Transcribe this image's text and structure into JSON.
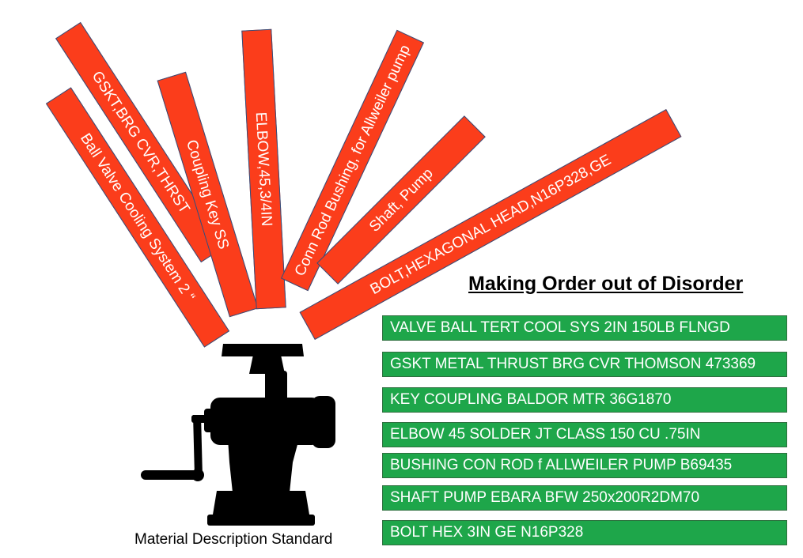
{
  "strips": [
    {
      "id": "ball-valve",
      "text": "Ball Valve Cooling System 2 “"
    },
    {
      "id": "gskt",
      "text": "GSKT,BRG CVR,THRST"
    },
    {
      "id": "coupling",
      "text": "Coupling Key SS"
    },
    {
      "id": "elbow",
      "text": "ELBOW,45,3/4IN"
    },
    {
      "id": "conn-rod",
      "text": "Conn Rod Bushing, for Allweiler pump"
    },
    {
      "id": "shaft",
      "text": "Shaft, Pump"
    },
    {
      "id": "bolt",
      "text": "BOLT,HEXAGONAL HEAD,N16P328,GE"
    }
  ],
  "title": "Making Order out of Disorder",
  "standardized": [
    "VALVE BALL TERT COOL SYS 2IN 150LB FLNGD",
    "GSKT METAL THRUST BRG CVR THOMSON 473369",
    "KEY COUPLING BALDOR MTR 36G1870",
    "ELBOW 45 SOLDER JT CLASS 150 CU .75IN",
    "BUSHING CON ROD f ALLWEILER PUMP B69435",
    "SHAFT PUMP EBARA BFW 250x200R2DM70",
    "BOLT HEX 3IN GE N16P328"
  ],
  "caption": "Material Description Standard",
  "icon": "meat-grinder-icon",
  "colors": {
    "strip": "#fb3d1b",
    "row": "#1ea64a",
    "grinder": "#000000"
  }
}
